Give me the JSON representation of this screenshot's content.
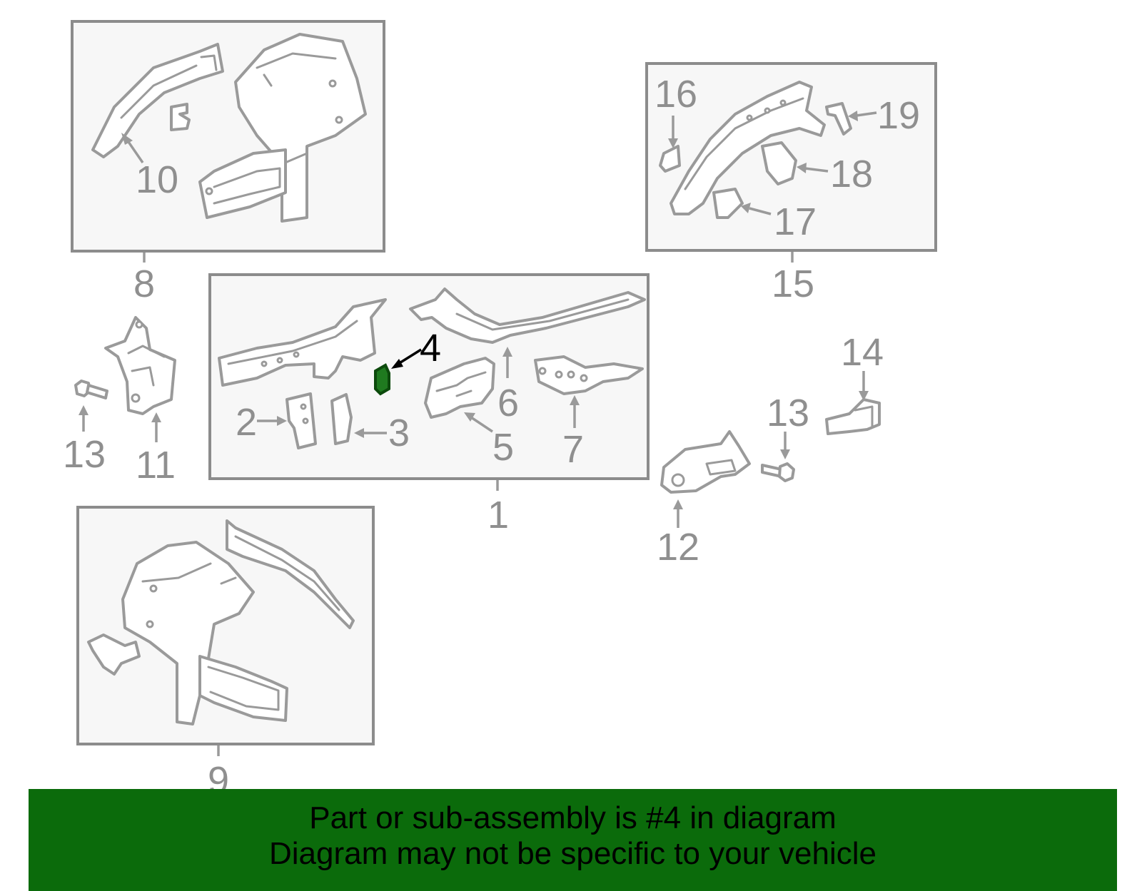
{
  "diagram": {
    "highlight_color": "#1f7a1f",
    "banner_color": "#0b6b0b",
    "highlighted_part": "4",
    "callouts": [
      "1",
      "2",
      "3",
      "4",
      "5",
      "6",
      "7",
      "8",
      "9",
      "10",
      "11",
      "12",
      "13",
      "13",
      "14",
      "15",
      "16",
      "17",
      "18",
      "19"
    ]
  },
  "banner": {
    "line1": "Part or sub-assembly is #4 in diagram",
    "line2": "Diagram may not be specific to your vehicle"
  }
}
